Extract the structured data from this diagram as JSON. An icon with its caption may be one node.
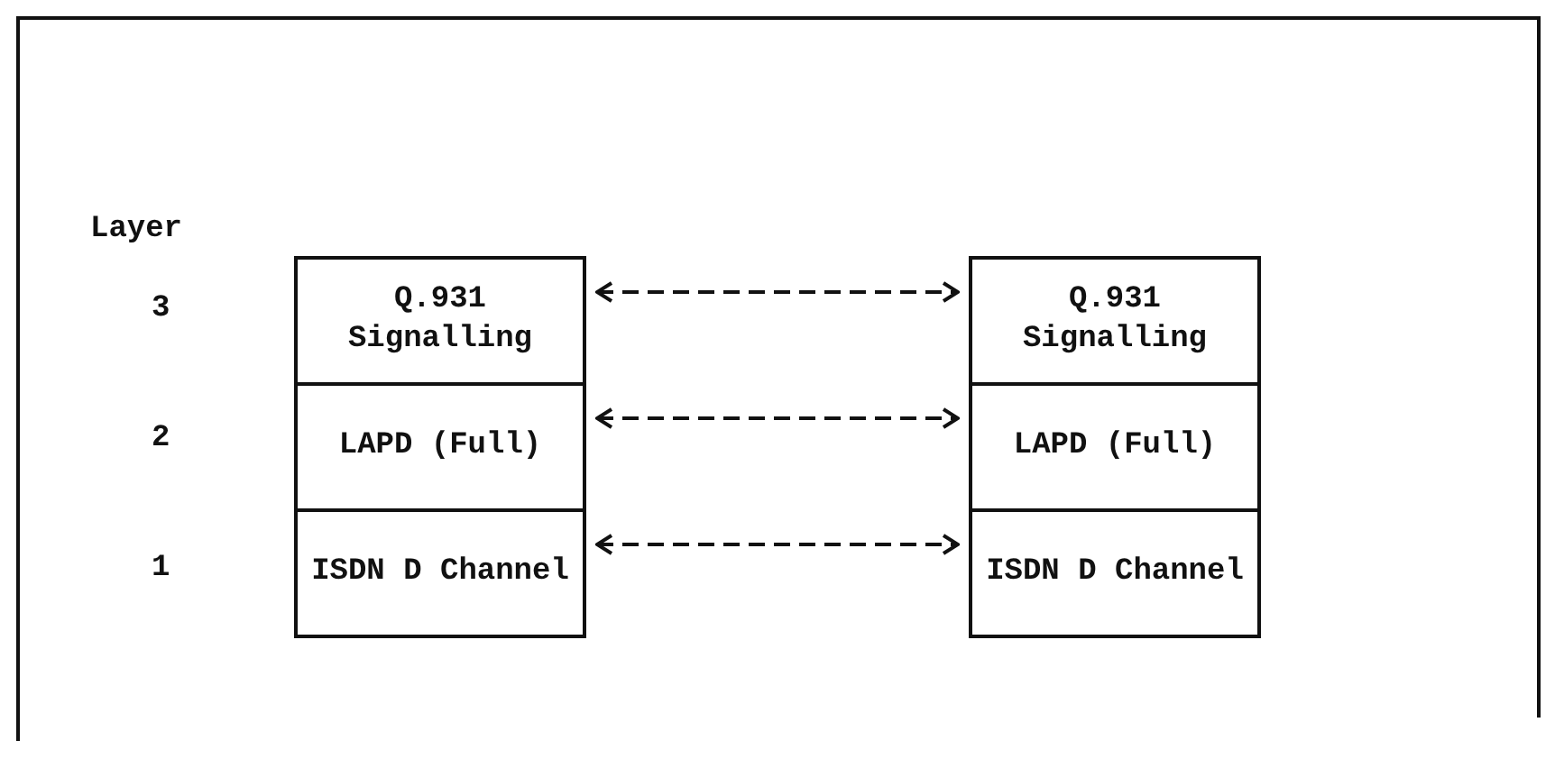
{
  "diagram": {
    "nodes": [
      {
        "text": [
          "Q.931 Signalling"
        ]
      },
      {
        "text": [
          "LAPD (Full)"
        ]
      },
      {
        "text": [
          "ISDN D Channel"
        ]
      },
      {
        "text": [
          "Q.931 Signalling"
        ]
      },
      {
        "text": [
          "LAPD (Full)"
        ]
      },
      {
        "text": [
          "ISDN D Channel"
        ]
      }
    ],
    "edges": [
      {
        "from": 0,
        "to": 3,
        "arrow": "both",
        "style": "dashed"
      },
      {
        "from": 1,
        "to": 4,
        "arrow": "both",
        "style": "dashed"
      },
      {
        "from": 2,
        "to": 5,
        "arrow": "both",
        "style": "dashed"
      }
    ],
    "labels": [
      "Layer",
      "3",
      "2",
      "1"
    ]
  }
}
